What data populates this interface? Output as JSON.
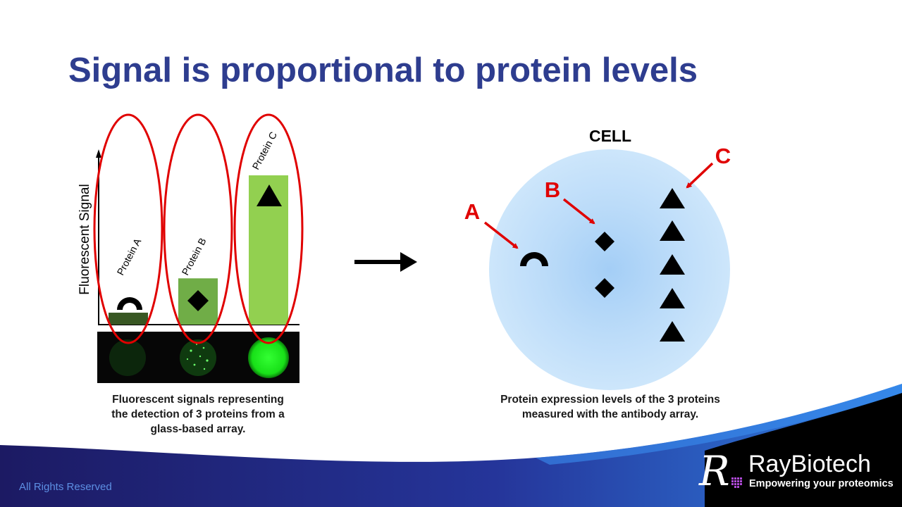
{
  "slide": {
    "title": "Signal is proportional to protein levels",
    "footer": "All Rights Reserved"
  },
  "chart": {
    "y_axis_label": "Fluorescent Signal",
    "bars": [
      {
        "label": "Protein A",
        "level": 0.08,
        "shape": "half-circle-icon",
        "color": "#385723"
      },
      {
        "label": "Protein B",
        "level": 0.31,
        "shape": "diamond-icon",
        "color": "#70ad47"
      },
      {
        "label": "Protein C",
        "level": 1.0,
        "shape": "triangle-icon",
        "color": "#92d050"
      }
    ],
    "caption_lines": [
      "Fluorescent signals representing",
      "the detection of 3 proteins from a",
      "glass-based array."
    ]
  },
  "cell": {
    "title": "CELL",
    "labels": {
      "a": "A",
      "b": "B",
      "c": "C"
    },
    "counts": {
      "a": 1,
      "b": 2,
      "c": 5
    },
    "caption_lines": [
      "Protein expression levels of the 3 proteins",
      "measured with the antibody array."
    ]
  },
  "brand": {
    "logo_letter": "R",
    "name": "RayBiotech",
    "tagline": "Empowering your proteomics"
  },
  "colors": {
    "title": "#2e3d8f",
    "highlight_red": "#e00000",
    "cell_fill": "#c4e1fb",
    "cell_center": "#a6cff7",
    "footer_navy": "#1d1f6e",
    "footer_blue": "#2f78d8"
  }
}
